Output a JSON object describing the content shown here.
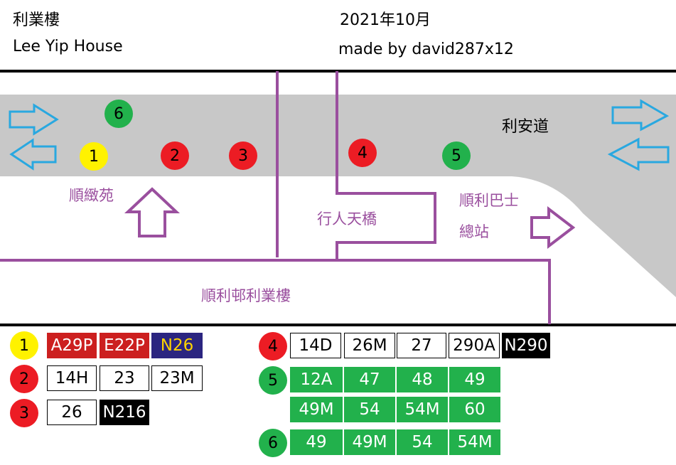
{
  "header": {
    "name_zh": "利業樓",
    "name_en": "Lee Yip House",
    "date": "2021年10月",
    "credit": "made by david287x12"
  },
  "map": {
    "road_label": "利安道",
    "estate_label": "順緻苑",
    "footbridge_label": "行人天橋",
    "terminus_line1": "順利巴士",
    "terminus_line2": "總站",
    "building_label": "順利邨利業樓",
    "stops": [
      {
        "num": "1",
        "color": "#fff200"
      },
      {
        "num": "2",
        "color": "#ec1c24"
      },
      {
        "num": "3",
        "color": "#ec1c24"
      },
      {
        "num": "4",
        "color": "#ec1c24"
      },
      {
        "num": "5",
        "color": "#22b14c"
      },
      {
        "num": "6",
        "color": "#22b14c"
      }
    ]
  },
  "legend": {
    "stop1": {
      "num": "1",
      "routes": [
        "A29P",
        "E22P",
        "N26"
      ]
    },
    "stop2": {
      "num": "2",
      "routes": [
        "14H",
        "23",
        "23M"
      ]
    },
    "stop3": {
      "num": "3",
      "routes": [
        "26",
        "N216"
      ]
    },
    "stop4": {
      "num": "4",
      "routes": [
        "14D",
        "26M",
        "27",
        "290A",
        "N290"
      ]
    },
    "stop5": {
      "num": "5",
      "routes": [
        "12A",
        "47",
        "48",
        "49",
        "49M",
        "54",
        "54M",
        "60"
      ]
    },
    "stop6": {
      "num": "6",
      "routes": [
        "49",
        "49M",
        "54",
        "54M"
      ]
    }
  },
  "colors": {
    "road": "#c8c8c8",
    "path": "#9a4f9e",
    "arrow": "#29a8e0",
    "red": "#ec1c24",
    "green": "#22b14c",
    "yellow": "#fff200"
  }
}
